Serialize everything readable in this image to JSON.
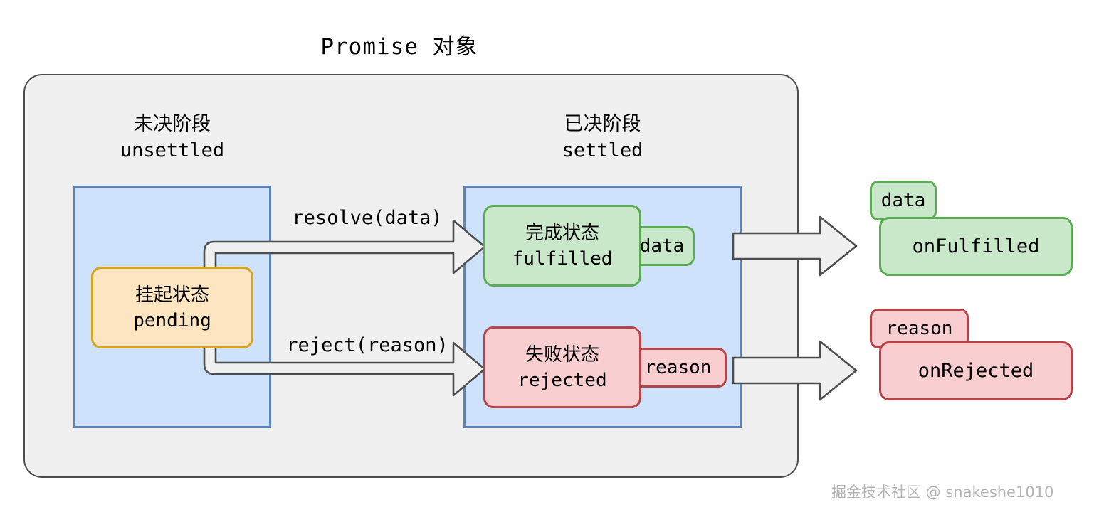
{
  "diagram": {
    "title": "Promise 对象",
    "watermark": "掘金技术社区 @ snakeshe1010",
    "phases": [
      {
        "cn": "未决阶段",
        "en": "unsettled"
      },
      {
        "cn": "已决阶段",
        "en": "settled"
      }
    ],
    "states": [
      {
        "cn": "挂起状态",
        "en": "pending"
      },
      {
        "cn": "完成状态",
        "en": "fulfilled"
      },
      {
        "cn": "失败状态",
        "en": "rejected"
      }
    ],
    "badges": {
      "fulfilled_value": "data",
      "rejected_value": "reason",
      "handler_fulfilled_value": "data",
      "handler_rejected_value": "reason"
    },
    "handlers": [
      {
        "label": "onFulfilled"
      },
      {
        "label": "onRejected"
      }
    ],
    "transitions": [
      {
        "label": "resolve(data)"
      },
      {
        "label": "reject(reason)"
      }
    ],
    "colors": {
      "background": "#ffffff",
      "container_fill": "#f0f0f0",
      "container_stroke": "#4d4d4d",
      "phase_fill": "#cfe2fb",
      "phase_stroke": "#5b84bd",
      "pending_fill": "#fce5c0",
      "pending_stroke": "#d6a41f",
      "fulfilled_fill": "#c9e7c9",
      "fulfilled_stroke": "#5aab53",
      "rejected_fill": "#f9ced0",
      "rejected_stroke": "#b8444a",
      "arrow_fill": "#f0f0f0",
      "arrow_stroke": "#4d4d4d",
      "watermark": "#b4b4b4"
    }
  }
}
